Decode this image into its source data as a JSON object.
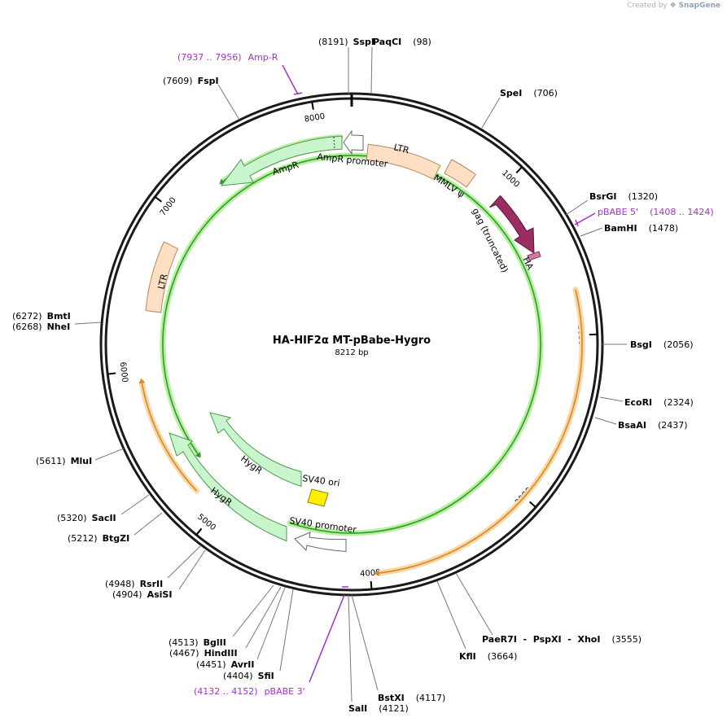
{
  "credit": {
    "prefix": "Created by",
    "brand": "SnapGene"
  },
  "plasmid": {
    "name": "HA-HIF2α MT-pBabe-Hygro",
    "size_label": "8212 bp",
    "length": 8212
  },
  "ticks": [
    {
      "pos": 1000,
      "label": "1000"
    },
    {
      "pos": 2000,
      "label": "2000"
    },
    {
      "pos": 3000,
      "label": "3000"
    },
    {
      "pos": 4000,
      "label": "4000"
    },
    {
      "pos": 5000,
      "label": "5000"
    },
    {
      "pos": 6000,
      "label": "6000"
    },
    {
      "pos": 7000,
      "label": "7000"
    },
    {
      "pos": 8000,
      "label": "8000"
    }
  ],
  "sites": [
    {
      "name": "SspI",
      "pos": "(8191)",
      "side": "L",
      "key": "sspi"
    },
    {
      "name": "PaqCI",
      "pos": "(98)",
      "side": "R",
      "key": "paqci"
    },
    {
      "name": "SpeI",
      "pos": "(706)",
      "side": "R",
      "key": "spei"
    },
    {
      "name": "BsrGI",
      "pos": "(1320)",
      "side": "R",
      "key": "bsrgi"
    },
    {
      "name": "BamHI",
      "pos": "(1478)",
      "side": "R",
      "key": "bamhi"
    },
    {
      "name": "BsgI",
      "pos": "(2056)",
      "side": "R",
      "key": "bsgi"
    },
    {
      "name": "EcoRI",
      "pos": "(2324)",
      "side": "R",
      "key": "ecori"
    },
    {
      "name": "BsaAI",
      "pos": "(2437)",
      "side": "R",
      "key": "bsaai"
    },
    {
      "name": "PaeR7I  -  PspXI  -  XhoI",
      "pos": "(3555)",
      "side": "R",
      "key": "paer7i"
    },
    {
      "name": "KflI",
      "pos": "(3664)",
      "side": "R",
      "key": "kfli"
    },
    {
      "name": "BstXI",
      "pos": "(4117)",
      "side": "R",
      "key": "bstxi"
    },
    {
      "name": "SalI",
      "pos": "(4121)",
      "side": "R",
      "key": "sali"
    },
    {
      "name": "SfiI",
      "pos": "(4404)",
      "side": "L",
      "key": "sfii"
    },
    {
      "name": "AvrII",
      "pos": "(4451)",
      "side": "L",
      "key": "avrii"
    },
    {
      "name": "HindIII",
      "pos": "(4467)",
      "side": "L",
      "key": "hindiii"
    },
    {
      "name": "BglII",
      "pos": "(4513)",
      "side": "L",
      "key": "bglii"
    },
    {
      "name": "AsiSI",
      "pos": "(4904)",
      "side": "L",
      "key": "asisi"
    },
    {
      "name": "RsrII",
      "pos": "(4948)",
      "side": "L",
      "key": "rsrii"
    },
    {
      "name": "BtgZI",
      "pos": "(5212)",
      "side": "L",
      "key": "btgzi"
    },
    {
      "name": "SacII",
      "pos": "(5320)",
      "side": "L",
      "key": "sacii"
    },
    {
      "name": "MluI",
      "pos": "(5611)",
      "side": "L",
      "key": "mlui"
    },
    {
      "name": "NheI",
      "pos": "(6268)",
      "side": "L",
      "key": "nhei"
    },
    {
      "name": "BmtI",
      "pos": "(6272)",
      "side": "L",
      "key": "bmti"
    },
    {
      "name": "FspI",
      "pos": "(7609)",
      "side": "L",
      "key": "fspi"
    }
  ],
  "primers": [
    {
      "name": "Amp-R",
      "range": "(7937 .. 7956)",
      "key": "ampr-primer"
    },
    {
      "name": "pBABE 5'",
      "range": "(1408 .. 1424)",
      "key": "pbabe5-primer"
    },
    {
      "name": "pBABE 3'",
      "range": "(4132 .. 4152)",
      "key": "pbabe3-primer"
    }
  ],
  "features": {
    "ltr1": "LTR",
    "mmlv": "MMLV ψ",
    "gag": "gag (truncated)",
    "ha": "HA",
    "ampr": "AmpR",
    "ampr_promoter": "AmpR promoter",
    "ltr2": "LTR",
    "hygr1": "HygR",
    "hygr2": "HygR",
    "sv40_ori": "SV40 ori",
    "sv40_promoter": "SV40 promoter"
  },
  "colors": {
    "backbone": "#1a1a1a",
    "ltr_fill": "#fde0c3",
    "ltr_stroke": "#b8875a",
    "ampr_fill": "#c9f5cc",
    "promoter_fill": "#ffffff",
    "gag_fill": "#9b2d63",
    "ha_fill": "#d07aa0",
    "sv40_ori_fill": "#ffee00",
    "orf_glow": "#f8d7a2",
    "orf_line": "#d48a2a",
    "ampr_orf_glow": "#b7ef9f",
    "ampr_orf_line": "#2e9a2e",
    "primer": "#a031c9"
  }
}
